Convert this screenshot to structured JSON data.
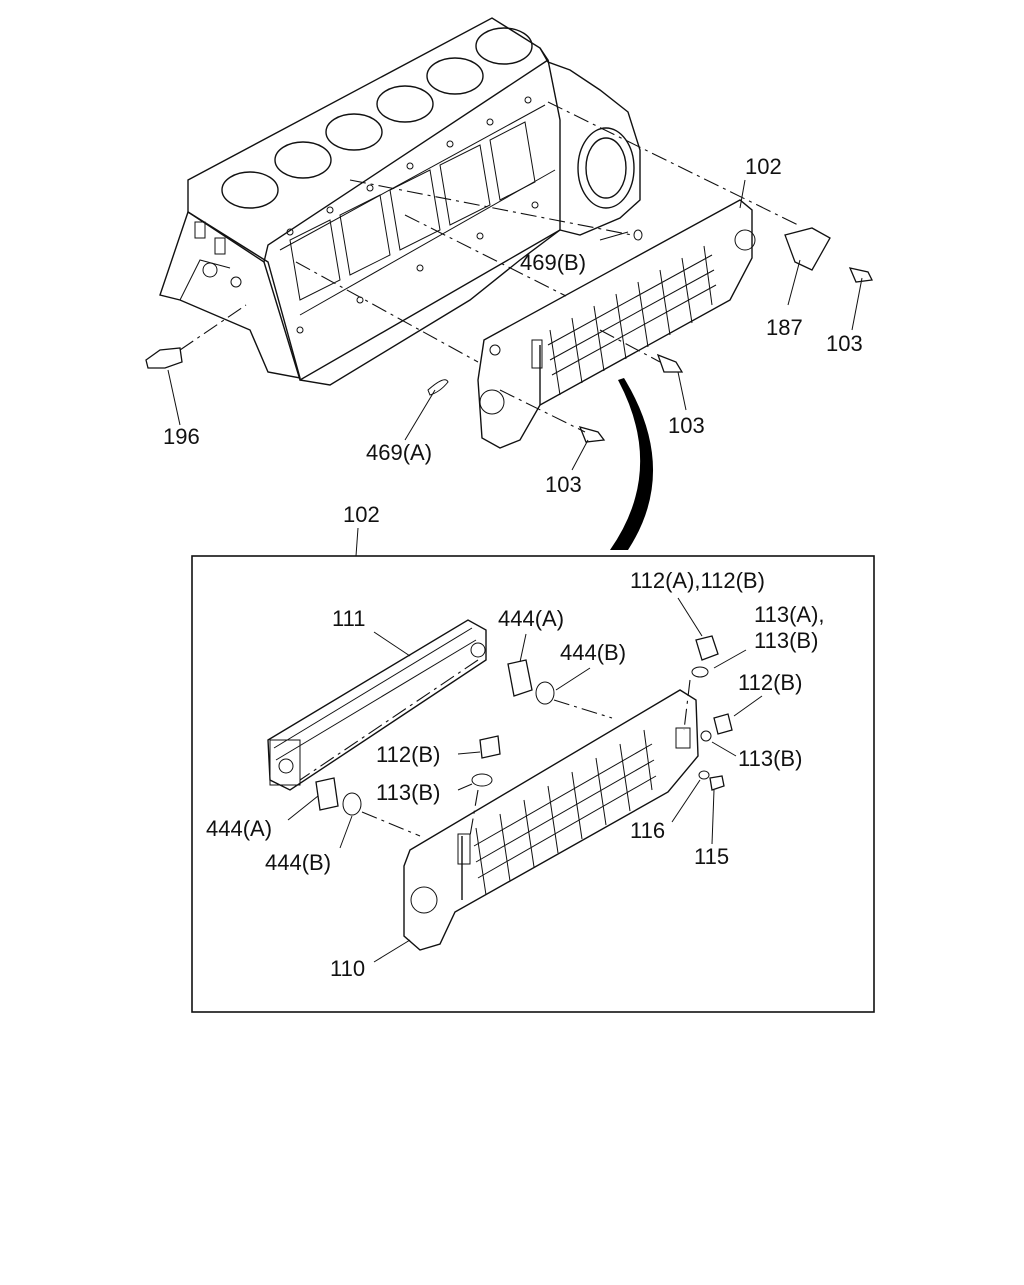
{
  "diagram": {
    "labels": {
      "l102_top": "102",
      "l469b": "469(B)",
      "l187": "187",
      "l103_right": "103",
      "l103_mid": "103",
      "l196": "196",
      "l469a": "469(A)",
      "l103_low": "103",
      "l102_box": "102",
      "l112ab": "112(A),112(B)",
      "l111": "111",
      "l444a_top": "444(A)",
      "l113ab_1": "113(A),",
      "l444b_top": "444(B)",
      "l113ab_2": "113(B)",
      "l112b_right": "112(B)",
      "l112b_mid": "112(B)",
      "l113b_right": "113(B)",
      "l113b_mid": "113(B)",
      "l444a_bottom": "444(A)",
      "l116": "116",
      "l115": "115",
      "l444b_bottom": "444(B)",
      "l110": "110"
    }
  }
}
